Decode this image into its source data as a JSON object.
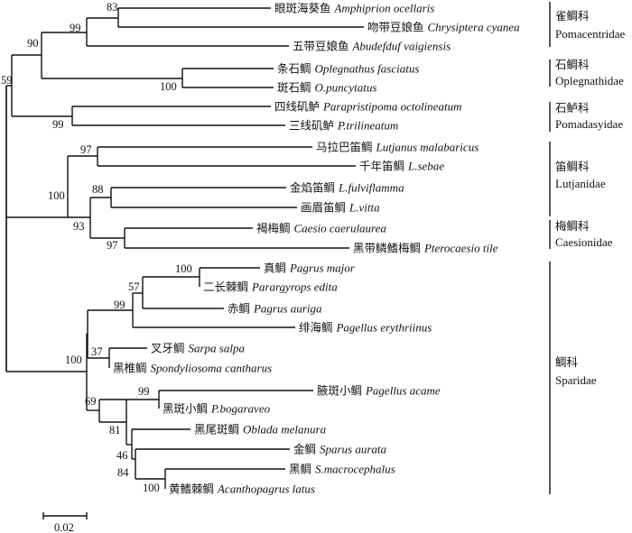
{
  "taxa": [
    {
      "cn": "眼斑海葵鱼",
      "sci": "Amphiprion ocellaris"
    },
    {
      "cn": "吻带豆娘鱼",
      "sci": "Chrysiptera cyanea"
    },
    {
      "cn": "五带豆娘鱼",
      "sci": "Abudefduf vaigiensis"
    },
    {
      "cn": "条石鲷",
      "sci": "Oplegnathus fasciatus"
    },
    {
      "cn": "斑石鲷",
      "sci": "O.puncytatus"
    },
    {
      "cn": "四线矶鲈",
      "sci": "Parapristipoma octolineatum"
    },
    {
      "cn": "三线矶鲈",
      "sci": "P.trilineatum"
    },
    {
      "cn": "马拉巴笛鲷",
      "sci": "Lutjanus malabaricus"
    },
    {
      "cn": "千年笛鲷",
      "sci": "L.sebae"
    },
    {
      "cn": "金焰笛鲷",
      "sci": "L.fulviflamma"
    },
    {
      "cn": "画眉笛鲷",
      "sci": "L.vitta"
    },
    {
      "cn": "褐梅鲷",
      "sci": "Caesio caerulaurea"
    },
    {
      "cn": "黑带鳞鳍梅鲷",
      "sci": "Pterocaesio tile"
    },
    {
      "cn": "真鲷",
      "sci": "Pagrus major"
    },
    {
      "cn": "二长棘鲷",
      "sci": "Parargyrops edita"
    },
    {
      "cn": "赤鲷",
      "sci": "Pagrus auriga"
    },
    {
      "cn": "绯海鲷",
      "sci": "Pagellus erythriinus"
    },
    {
      "cn": "叉牙鲷",
      "sci": "Sarpa salpa"
    },
    {
      "cn": "黑椎鲷",
      "sci": "Spondyliosoma cantharus"
    },
    {
      "cn": "腋斑小鲷",
      "sci": "Pagellus acame"
    },
    {
      "cn": "黑斑小鲷",
      "sci": "P.bogaraveo"
    },
    {
      "cn": "黑尾斑鲷",
      "sci": "Oblada melanura"
    },
    {
      "cn": "金鲷",
      "sci": "Sparus aurata"
    },
    {
      "cn": "黑鲷",
      "sci": "S.macrocephalus"
    },
    {
      "cn": "黄鳍棘鲷",
      "sci": "Acanthopagrus latus"
    }
  ],
  "bootstrap": {
    "amph_chry": "83",
    "pomacentridae": "99",
    "pomac_oplegn": "90",
    "oplegnathidae": "100",
    "pomadasyidae": "99",
    "root_upper": "59",
    "lut_upper": "97",
    "lut_lower": "88",
    "caesionidae": "97",
    "lut_caes": "93",
    "lut_all": "100",
    "pagrus_parargyrops": "100",
    "pagrus_group": "57",
    "pagrus_pagellus": "99",
    "sarpa_spondy": "37",
    "sparidae": "100",
    "pagellus_pair": "99",
    "sparidae_lower": "69",
    "oblada_group": "81",
    "sparus_group": "46",
    "acanthopagrus_pair": "100",
    "sparus_macro": "84"
  },
  "families": [
    {
      "cn": "雀鲷科",
      "lat": "Pomacentridae"
    },
    {
      "cn": "石鲷科",
      "lat": "Oplegnathidae"
    },
    {
      "cn": "石鲈科",
      "lat": "Pomadasyidae"
    },
    {
      "cn": "笛鲷科",
      "lat": "Lutjanidae"
    },
    {
      "cn": "梅鲷科",
      "lat": "Caesionidae"
    },
    {
      "cn": "鲷科",
      "lat": "Sparidae"
    }
  ],
  "scale_bar": {
    "label": "0.02"
  }
}
